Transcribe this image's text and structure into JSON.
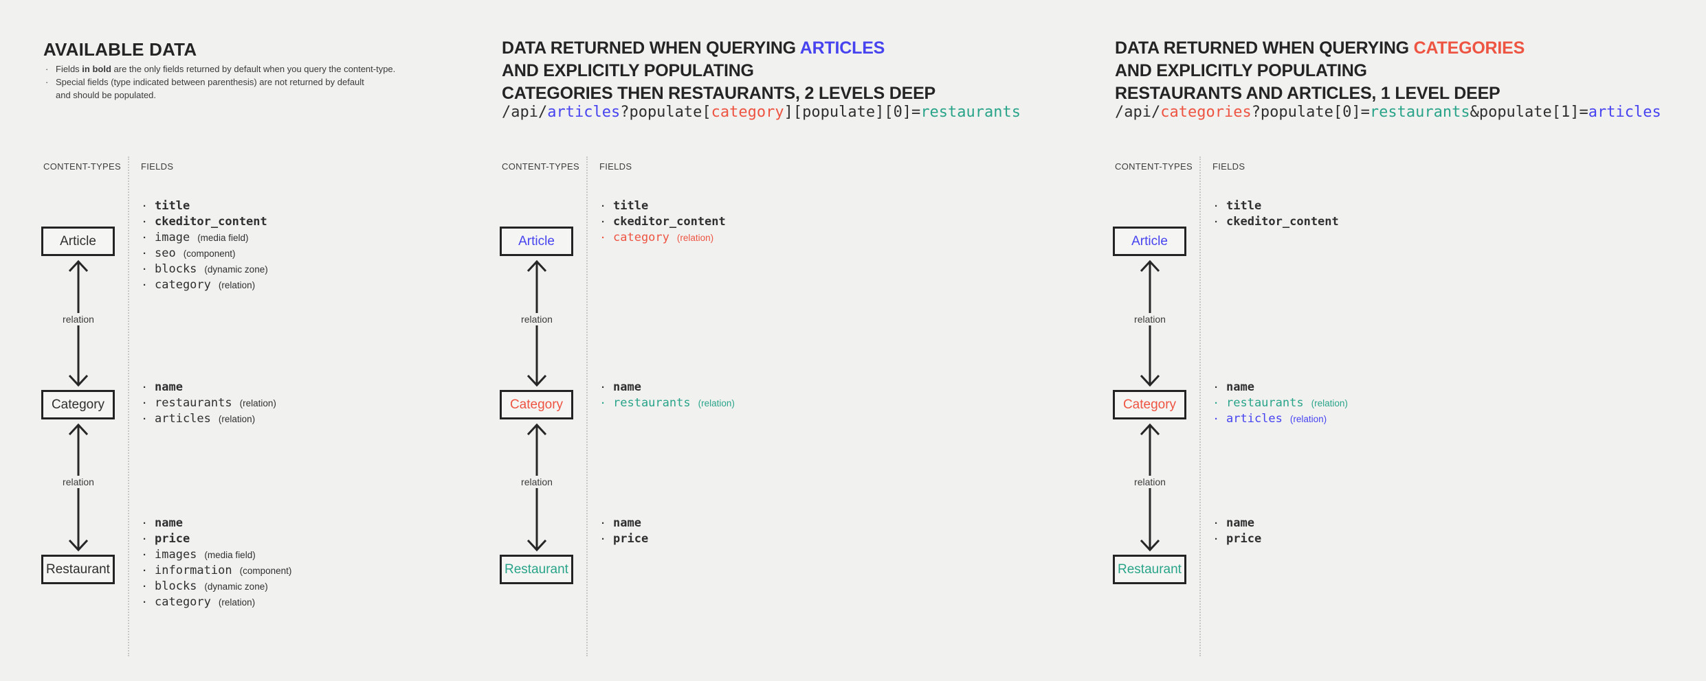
{
  "palette": {
    "background": "#f1f1f0",
    "dark": "#2f2f2f",
    "blue": "#4643ef",
    "red": "#ee5442",
    "teal": "#29a489"
  },
  "glyphs": {
    "bullet": "·"
  },
  "shared": {
    "content_types_label": "CONTENT-TYPES",
    "fields_label": "FIELDS",
    "relation_label": "relation",
    "boxes": {
      "article": "Article",
      "category": "Category",
      "restaurant": "Restaurant"
    }
  },
  "left": {
    "title": "AVAILABLE DATA",
    "note1_pre": "Fields ",
    "note1_bold": "in bold",
    "note1_post": " are the only fields returned by default when you query the content-type.",
    "note2_line1": "Special fields (type indicated between parenthesis) are not returned by default",
    "note2_line2": "and should be populated.",
    "article_fields": [
      {
        "name": "title",
        "bold": true
      },
      {
        "name": "ckeditor_content",
        "bold": true
      },
      {
        "name": "image",
        "type": "(media field)"
      },
      {
        "name": "seo",
        "type": "(component)"
      },
      {
        "name": "blocks",
        "type": "(dynamic zone)"
      },
      {
        "name": "category",
        "type": "(relation)"
      }
    ],
    "category_fields": [
      {
        "name": "name",
        "bold": true
      },
      {
        "name": "restaurants",
        "type": "(relation)"
      },
      {
        "name": "articles",
        "type": "(relation)"
      }
    ],
    "restaurant_fields": [
      {
        "name": "name",
        "bold": true
      },
      {
        "name": "price",
        "bold": true
      },
      {
        "name": "images",
        "type": "(media field)"
      },
      {
        "name": "information",
        "type": "(component)"
      },
      {
        "name": "blocks",
        "type": "(dynamic zone)"
      },
      {
        "name": "category",
        "type": "(relation)"
      }
    ]
  },
  "mid": {
    "title_line1_pre": "DATA RETURNED WHEN QUERYING ",
    "title_line1_highlight": "ARTICLES",
    "title_line2": "AND EXPLICITLY POPULATING",
    "title_line3": "CATEGORIES THEN RESTAURANTS, 2 LEVELS DEEP",
    "code": [
      {
        "text": "/api/",
        "color": "dark"
      },
      {
        "text": "articles",
        "color": "blue"
      },
      {
        "text": "?populate[",
        "color": "dark"
      },
      {
        "text": "category",
        "color": "red"
      },
      {
        "text": "][populate][0]=",
        "color": "dark"
      },
      {
        "text": "restaurants",
        "color": "teal"
      }
    ],
    "article_fields": [
      {
        "name": "title",
        "bold": true
      },
      {
        "name": "ckeditor_content",
        "bold": true
      },
      {
        "name": "category",
        "type": "(relation)",
        "color": "red"
      }
    ],
    "category_fields": [
      {
        "name": "name",
        "bold": true
      },
      {
        "name": "restaurants",
        "type": "(relation)",
        "color": "teal"
      }
    ],
    "restaurant_fields": [
      {
        "name": "name",
        "bold": true
      },
      {
        "name": "price",
        "bold": true
      }
    ]
  },
  "right": {
    "title_line1_pre": "DATA RETURNED WHEN QUERYING ",
    "title_line1_highlight": "CATEGORIES",
    "title_line2": "AND EXPLICITLY POPULATING",
    "title_line3": "RESTAURANTS AND ARTICLES, 1 LEVEL DEEP",
    "code": [
      {
        "text": "/api/",
        "color": "dark"
      },
      {
        "text": "categories",
        "color": "red"
      },
      {
        "text": "?populate[0]=",
        "color": "dark"
      },
      {
        "text": "restaurants",
        "color": "teal"
      },
      {
        "text": "&populate[1]=",
        "color": "dark"
      },
      {
        "text": "articles",
        "color": "blue"
      }
    ],
    "article_fields": [
      {
        "name": "title",
        "bold": true
      },
      {
        "name": "ckeditor_content",
        "bold": true
      }
    ],
    "category_fields": [
      {
        "name": "name",
        "bold": true
      },
      {
        "name": "restaurants",
        "type": "(relation)",
        "color": "teal"
      },
      {
        "name": "articles",
        "type": "(relation)",
        "color": "blue"
      }
    ],
    "restaurant_fields": [
      {
        "name": "name",
        "bold": true
      },
      {
        "name": "price",
        "bold": true
      }
    ]
  }
}
